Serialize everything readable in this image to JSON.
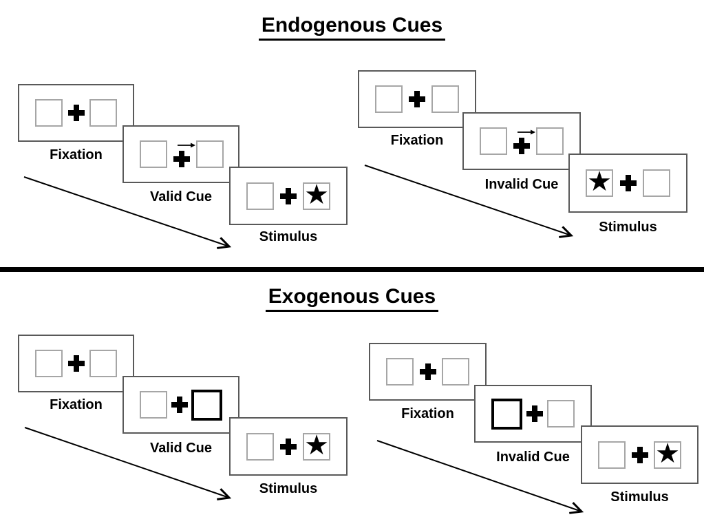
{
  "colors": {
    "background": "#ffffff",
    "panel_border": "#595959",
    "placeholder_box_border": "#a6a6a6",
    "ink": "#000000"
  },
  "glyphs": {
    "star": "★"
  },
  "sections": {
    "endogenous": {
      "title": "Endogenous Cues",
      "valid": {
        "fixation_label": "Fixation",
        "cue_label": "Valid Cue",
        "stimulus_label": "Stimulus",
        "cue_type": "central arrow pointing right above fixation cross",
        "stimulus_star_side": "right"
      },
      "invalid": {
        "fixation_label": "Fixation",
        "cue_label": "Invalid Cue",
        "stimulus_label": "Stimulus",
        "cue_type": "central arrow pointing right above fixation cross",
        "stimulus_star_side": "left"
      }
    },
    "exogenous": {
      "title": "Exogenous Cues",
      "valid": {
        "fixation_label": "Fixation",
        "cue_label": "Valid Cue",
        "stimulus_label": "Stimulus",
        "cue_type": "right peripheral box highlighted with thick border",
        "stimulus_star_side": "right"
      },
      "invalid": {
        "fixation_label": "Fixation",
        "cue_label": "Invalid Cue",
        "stimulus_label": "Stimulus",
        "cue_type": "left peripheral box highlighted with thick border",
        "stimulus_star_side": "right"
      }
    }
  }
}
